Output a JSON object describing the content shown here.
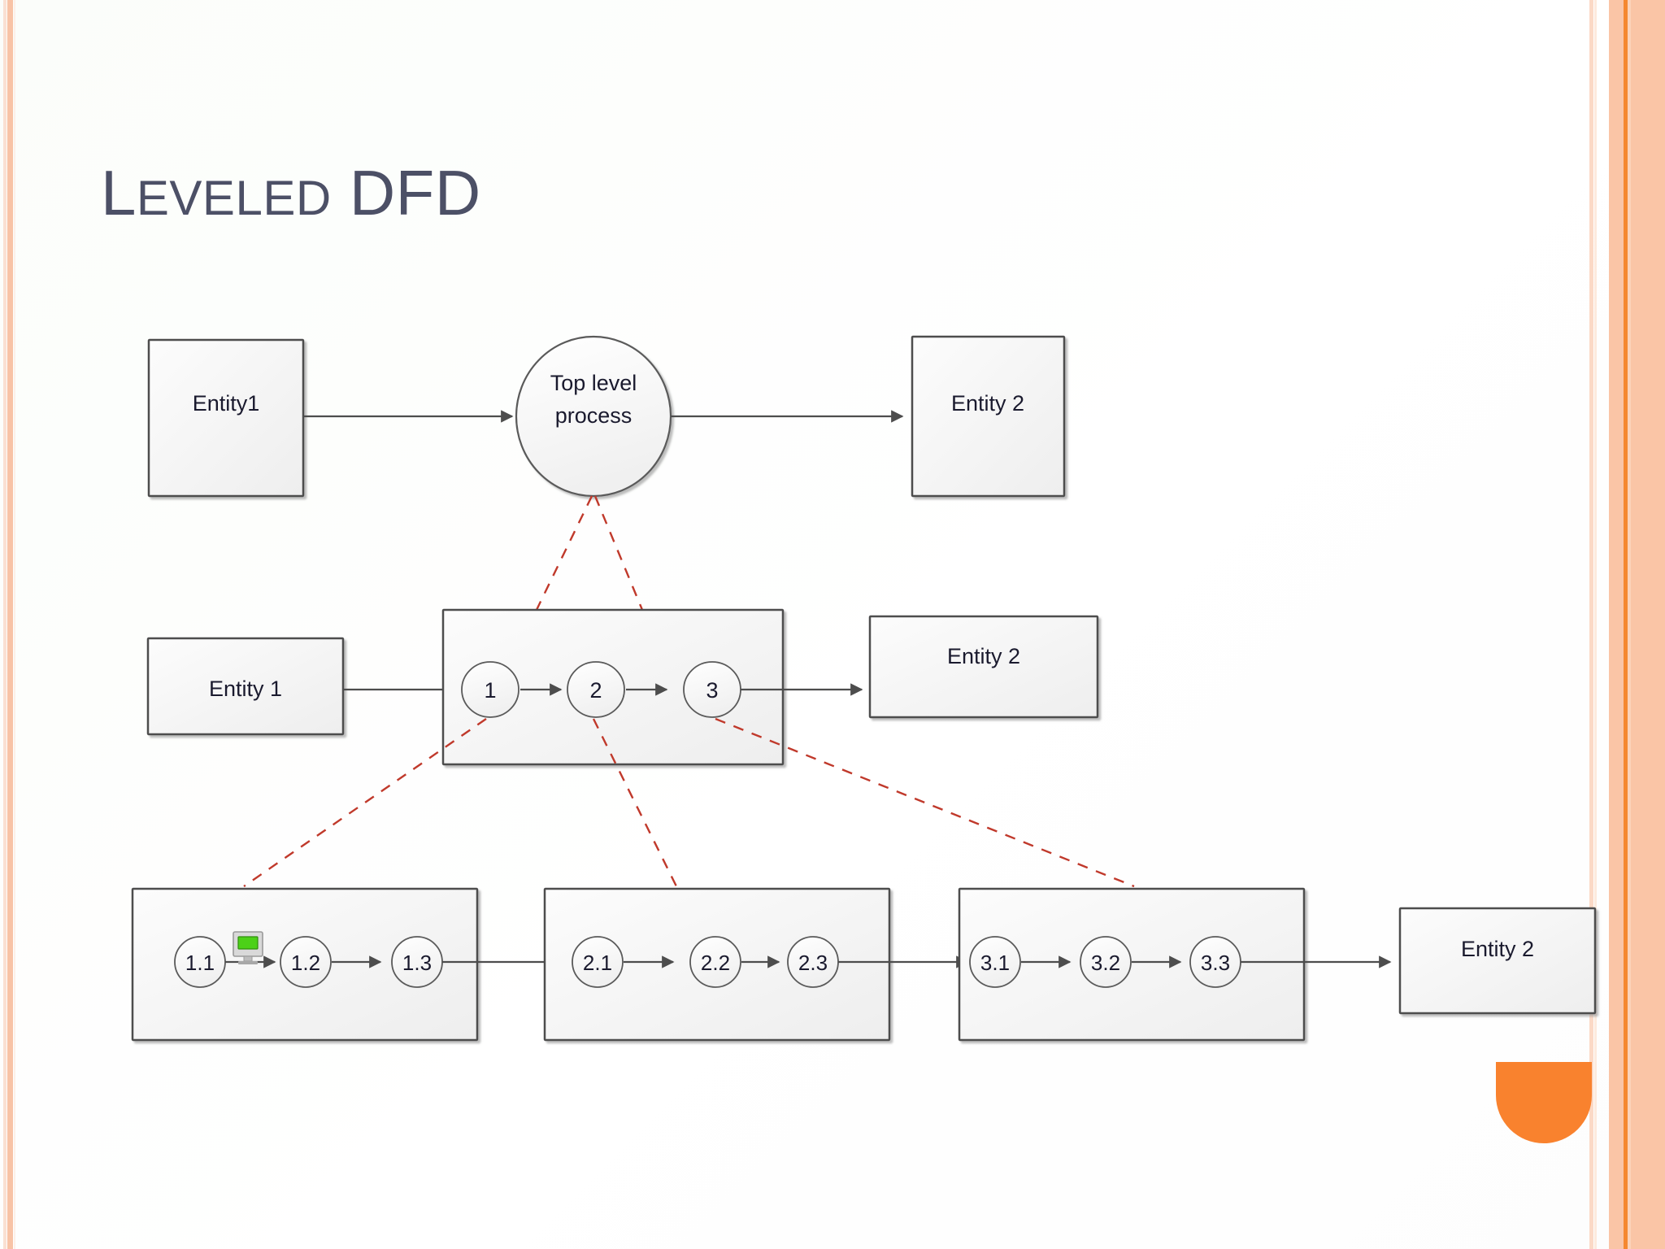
{
  "slide": {
    "title": {
      "first_letter": "L",
      "small_caps_rest": "EVELED",
      "space": " ",
      "abbr": "DFD",
      "full_text": "Leveled DFD"
    },
    "colors": {
      "title": "#4c5066",
      "accent_orange": "#f5882f",
      "decomposition_line": "#c0392b",
      "node_stroke": "#4d4d4d",
      "node_fill": "#f2f2f2",
      "icon_green": "#4cd118"
    }
  },
  "diagram": {
    "type": "data-flow-diagram",
    "levels": [
      {
        "name": "level-0",
        "external_entities": [
          {
            "id": "ext-left-0",
            "label": "Entity1"
          },
          {
            "id": "ext-right-0",
            "label": "Entity 2"
          }
        ],
        "processes": [
          {
            "id": "top-level-process",
            "label_line1": "Top level",
            "label_line2": "process",
            "shape": "ellipse"
          }
        ]
      },
      {
        "name": "level-1",
        "external_entities": [
          {
            "id": "ext-left-1",
            "label": "Entity 1"
          },
          {
            "id": "ext-right-1",
            "label": "Entity 2"
          }
        ],
        "processes": [
          {
            "id": "p1",
            "label": "1"
          },
          {
            "id": "p2",
            "label": "2"
          },
          {
            "id": "p3",
            "label": "3"
          }
        ]
      },
      {
        "name": "level-2",
        "external_entities": [
          {
            "id": "ext-right-2",
            "label": "Entity 2"
          }
        ],
        "groups": [
          {
            "id": "group-1",
            "processes": [
              {
                "id": "p1-1",
                "label": "1.1"
              },
              {
                "id": "p1-2",
                "label": "1.2"
              },
              {
                "id": "p1-3",
                "label": "1.3"
              }
            ],
            "icon_between": "monitor-icon"
          },
          {
            "id": "group-2",
            "processes": [
              {
                "id": "p2-1",
                "label": "2.1"
              },
              {
                "id": "p2-2",
                "label": "2.2"
              },
              {
                "id": "p2-3",
                "label": "2.3"
              }
            ]
          },
          {
            "id": "group-3",
            "processes": [
              {
                "id": "p3-1",
                "label": "3.1"
              },
              {
                "id": "p3-2",
                "label": "3.2"
              },
              {
                "id": "p3-3",
                "label": "3.3"
              }
            ]
          }
        ]
      }
    ],
    "decomposition_hint": "red dashed lines indicate process decomposition between levels"
  }
}
